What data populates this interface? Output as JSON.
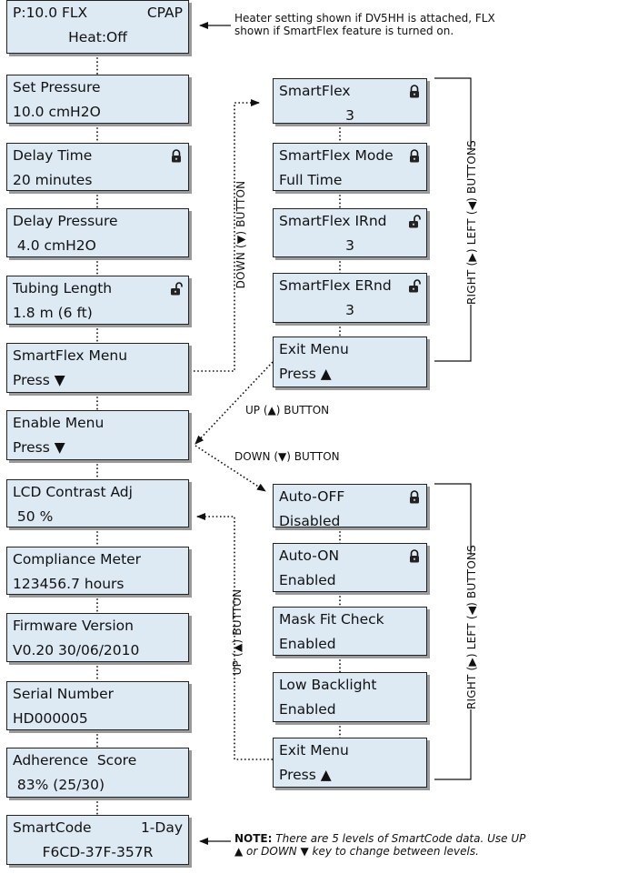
{
  "left_menu": [
    {
      "line1_left": "P:10.0  FLX",
      "line1_right": "CPAP",
      "line2": "Heat:Off"
    },
    {
      "line1": "Set Pressure",
      "line2": "10.0 cmH2O"
    },
    {
      "line1": "Delay Time",
      "line2": "20 minutes",
      "icon": "lock-closed-icon"
    },
    {
      "line1": "Delay Pressure",
      "line2": " 4.0 cmH2O"
    },
    {
      "line1": "Tubing Length",
      "line2": "1.8 m (6 ft)",
      "icon": "lock-open-icon"
    },
    {
      "line1": "SmartFlex Menu",
      "line2": "Press ▼"
    },
    {
      "line1": "Enable Menu",
      "line2": "Press ▼"
    },
    {
      "line1": "LCD Contrast Adj",
      "line2": " 50 %"
    },
    {
      "line1": "Compliance Meter",
      "line2": "123456.7 hours"
    },
    {
      "line1": "Firmware Version",
      "line2": "V0.20 30/06/2010"
    },
    {
      "line1": "Serial Number",
      "line2": "HD000005"
    },
    {
      "line1": "Adherence  Score",
      "line2": " 83% (25/30)"
    },
    {
      "line1_left": "SmartCode",
      "line1_right": "1-Day",
      "line2": "F6CD-37F-357R"
    }
  ],
  "smartflex_menu": [
    {
      "line1": "SmartFlex",
      "line2": "3",
      "icon": "lock-closed-icon"
    },
    {
      "line1": "SmartFlex Mode",
      "line2": "Full Time",
      "icon": "lock-closed-icon"
    },
    {
      "line1": "SmartFlex IRnd",
      "line2": "3",
      "icon": "lock-open-icon"
    },
    {
      "line1": "SmartFlex ERnd",
      "line2": "3",
      "icon": "lock-open-icon"
    },
    {
      "line1": "Exit Menu",
      "line2": "Press ▲"
    }
  ],
  "enable_menu": [
    {
      "line1": "Auto-OFF",
      "line2": "Disabled",
      "icon": "lock-closed-icon"
    },
    {
      "line1": "Auto-ON",
      "line2": "Enabled",
      "icon": "lock-closed-icon"
    },
    {
      "line1": "Mask Fit Check",
      "line2": "Enabled"
    },
    {
      "line1": "Low Backlight",
      "line2": "Enabled"
    },
    {
      "line1": "Exit Menu",
      "line2": "Press ▲"
    }
  ],
  "annotations": {
    "heater_note_line1": "Heater setting shown if DV5HH is attached, FLX",
    "heater_note_line2": "shown if SmartFlex feature is turned on.",
    "down_button_top": "DOWN (▼) BUTTON",
    "up_button_mid": "UP (▲) BUTTON",
    "down_button_mid": "DOWN (▼) BUTTON",
    "up_button_bottom": "UP (▲) BUTTON",
    "right_left_buttons_top": "RIGHT (▶) LEFT (◀) BUTTONS",
    "right_left_buttons_bottom": "RIGHT (▶) LEFT (◀) BUTTONS",
    "smartcode_note_bold": "NOTE:",
    "smartcode_note_line1": "There are 5 levels of SmartCode data. Use UP",
    "smartcode_note_line2": "▲ or DOWN ▼ key to change between levels."
  },
  "colors": {
    "lcd_background": "#dde9f3",
    "border": "#222222",
    "shadow": "#9a9a9a"
  }
}
